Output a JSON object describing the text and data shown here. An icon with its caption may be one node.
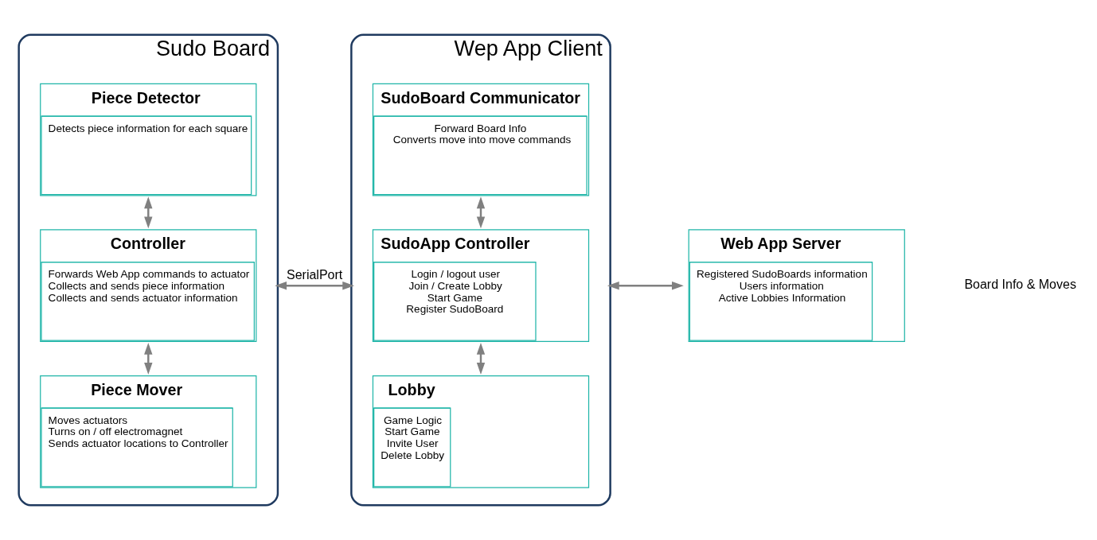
{
  "diagram": {
    "nodes": [
      {
        "text": [
          "Sudo Board"
        ]
      },
      {
        "text": [
          "Piece Detector",
          "Detects piece information for each square"
        ],
        "in": 0
      },
      {
        "text": [
          "Controller",
          "Forwards Web App commands to actuator",
          "Collects and sends piece information",
          "Collects and sends actuator information"
        ],
        "in": 0
      },
      {
        "text": [
          "Piece Mover",
          "Moves actuators",
          "Turns on / off electromagnet",
          "Sends actuator locations to Controller"
        ],
        "in": 0
      },
      {
        "text": [
          "Wep App Client"
        ]
      },
      {
        "text": [
          "SudoBoard Communicator",
          "Forward Board Info",
          "Converts move into move commands"
        ],
        "in": 4
      },
      {
        "text": [
          "SudoApp Controller",
          "Login / logout user",
          "Join / Create Lobby",
          "Start Game",
          "Register SudoBoard"
        ],
        "in": 4
      },
      {
        "text": [
          "Lobby",
          "Game Logic",
          "Start Game",
          "Invite User",
          "Delete Lobby"
        ],
        "in": 4
      },
      {
        "text": [
          "Web App Server",
          "Registered SudoBoards information",
          "Users information",
          "Active Lobbies Information"
        ]
      }
    ],
    "edges": [
      {
        "from": 1,
        "to": 2,
        "arrow": "both"
      },
      {
        "from": 2,
        "to": 3,
        "arrow": "both"
      },
      {
        "from": 0,
        "to": 4,
        "arrow": "both",
        "label": "SerialPort"
      },
      {
        "from": 5,
        "to": 6,
        "arrow": "both"
      },
      {
        "from": 6,
        "to": 7,
        "arrow": "both"
      },
      {
        "from": 4,
        "to": 8,
        "arrow": "both"
      }
    ],
    "labels": [
      "Board Info & Moves"
    ]
  }
}
